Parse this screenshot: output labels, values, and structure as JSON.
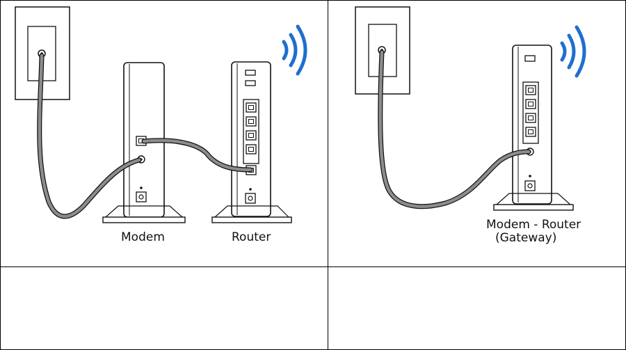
{
  "left_panel": {
    "modem_label": "Modem",
    "router_label": "Router"
  },
  "right_panel": {
    "gateway_label_line1": "Modem - Router",
    "gateway_label_line2": "(Gateway)"
  },
  "colors": {
    "cable": "#8c8c8c",
    "wifi": "#1e6fd0",
    "outline": "#111111"
  },
  "icons": [
    "wall-outlet-icon",
    "wifi-signal-icon",
    "coax-port-icon",
    "ethernet-port-icon",
    "usb-port-icon",
    "power-port-icon"
  ]
}
